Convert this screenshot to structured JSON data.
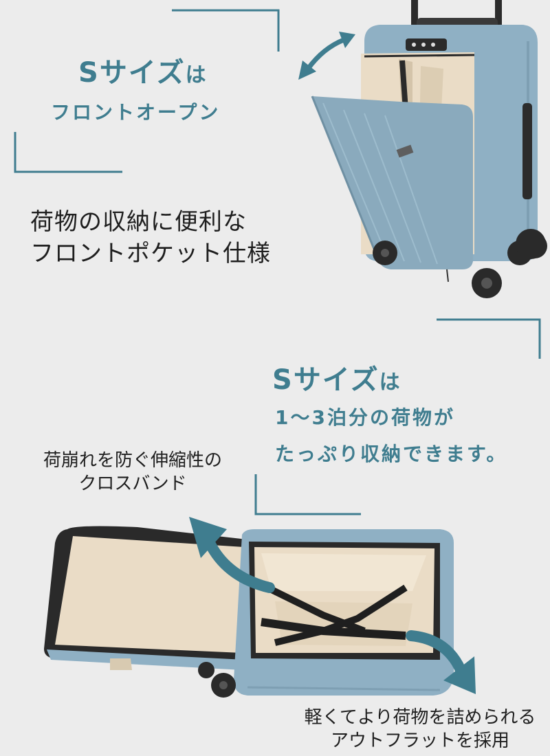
{
  "section1": {
    "heading_s": "S",
    "heading_size": "サイズ",
    "heading_ha": "は",
    "subheading": "フロントオープン",
    "feature_line1": "荷物の収納に便利な",
    "feature_line2": "フロントポケット仕様"
  },
  "section2": {
    "heading_s": "S",
    "heading_size": "サイズ",
    "heading_ha": "は",
    "line2": "1〜3泊分の荷物が",
    "line3": "たっぷり収納できます。"
  },
  "callouts": {
    "band_line1": "荷崩れを防ぐ伸縮性の",
    "band_line2": "クロスバンド",
    "outflat_line1": "軽くてより荷物を詰められる",
    "outflat_line2": "アウトフラットを採用"
  },
  "colors": {
    "accent_teal": "#3f7d8f",
    "suitcase_blue": "#8fb0c4",
    "lining_beige": "#eadcc6",
    "background": "#ececec"
  }
}
